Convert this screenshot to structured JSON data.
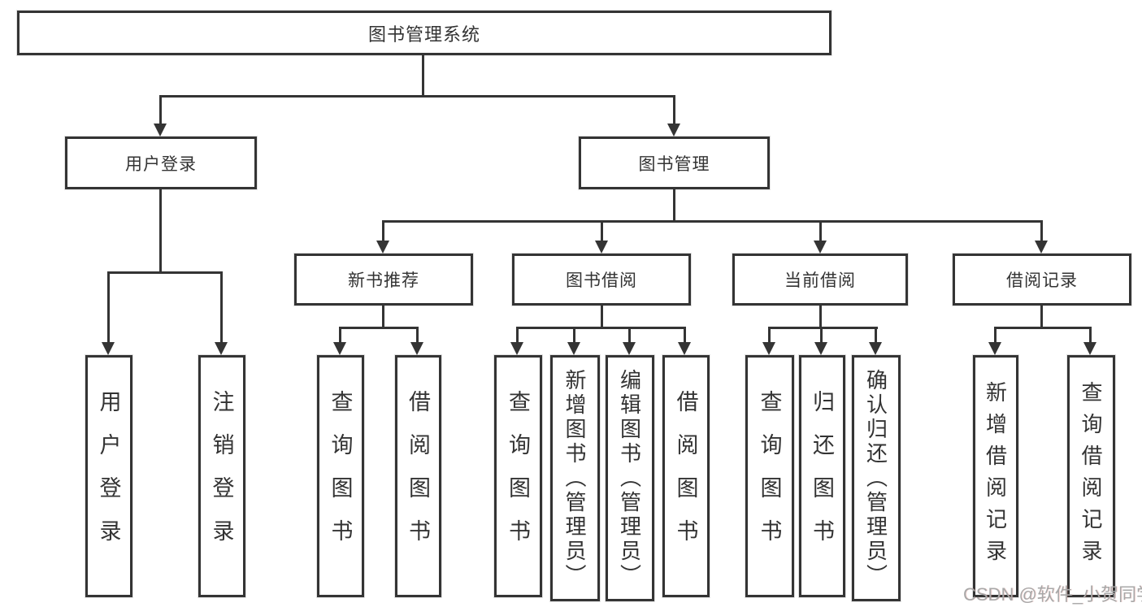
{
  "diagram": {
    "title": "图书管理系统",
    "watermark": "CSDN @软件_小贺同学",
    "colors": {
      "background": "#ffffff",
      "line": "#343434",
      "border": "#343434",
      "text": "#333333",
      "watermark": "#a8a8a8"
    }
  },
  "nodes": {
    "root": {
      "label": "图书管理系统"
    },
    "user_login": {
      "label": "用户登录"
    },
    "book_management": {
      "label": "图书管理"
    },
    "new_book_recommend": {
      "label": "新书推荐"
    },
    "book_borrow": {
      "label": "图书借阅"
    },
    "current_borrow": {
      "label": "当前借阅"
    },
    "borrow_records": {
      "label": "借阅记录"
    },
    "leaf_user_login": {
      "label": "用户登录"
    },
    "leaf_logout": {
      "label": "注销登录"
    },
    "leaf_query_books_1": {
      "label": "查询图书"
    },
    "leaf_borrow_books_1": {
      "label": "借阅图书"
    },
    "leaf_query_books_2": {
      "label": "查询图书"
    },
    "leaf_add_books_admin": {
      "label": "新增图书（管理员）"
    },
    "leaf_edit_books_admin": {
      "label": "编辑图书（管理员）"
    },
    "leaf_borrow_books_2": {
      "label": "借阅图书"
    },
    "leaf_query_books_3": {
      "label": "查询图书"
    },
    "leaf_return_books": {
      "label": "归还图书"
    },
    "leaf_confirm_return_admin": {
      "label": "确认归还（管理员）"
    },
    "leaf_add_borrow_record": {
      "label": "新增借阅记录"
    },
    "leaf_query_borrow_record": {
      "label": "查询借阅记录"
    }
  },
  "hierarchy": {
    "图书管理系统": [
      "用户登录",
      "图书管理"
    ],
    "用户登录": [
      "用户登录",
      "注销登录"
    ],
    "图书管理": [
      "新书推荐",
      "图书借阅",
      "当前借阅",
      "借阅记录"
    ],
    "新书推荐": [
      "查询图书",
      "借阅图书"
    ],
    "图书借阅": [
      "查询图书",
      "新增图书（管理员）",
      "编辑图书（管理员）",
      "借阅图书"
    ],
    "当前借阅": [
      "查询图书",
      "归还图书",
      "确认归还（管理员）"
    ],
    "借阅记录": [
      "新增借阅记录",
      "查询借阅记录"
    ]
  }
}
